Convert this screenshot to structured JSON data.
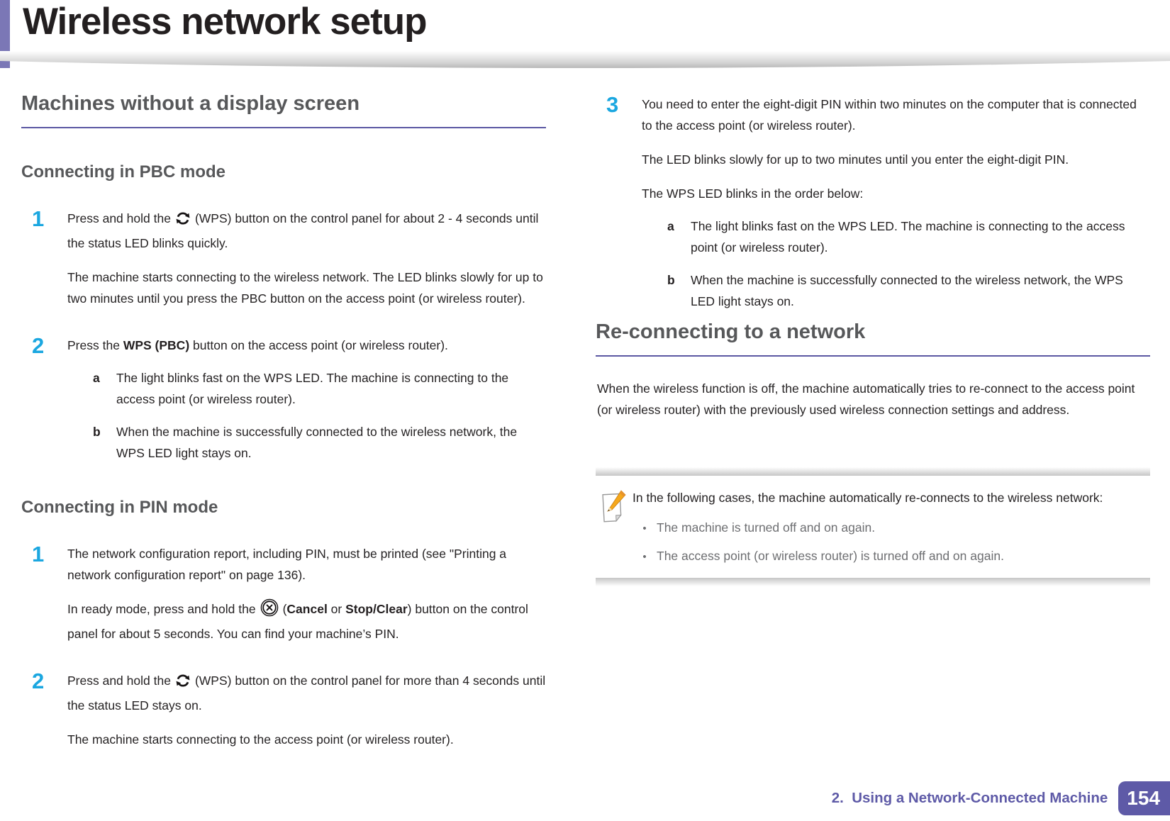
{
  "header": {
    "title": "Wireless network setup"
  },
  "colors": {
    "accent_purple": "#5B57A2",
    "corner_bar_purple": "#7B77B6",
    "step_number_cyan": "#1BA7E0",
    "heading_gray": "#57585A",
    "body_text": "#262324",
    "note_bullet_gray": "#6D6E71"
  },
  "sections": {
    "machines": {
      "title": "Machines without a display screen",
      "pbc": {
        "title": "Connecting in PBC mode",
        "step1": {
          "num": "1",
          "pre": "Press and hold the",
          "icon": "wps-icon",
          "post": "(WPS) button on the control panel for about 2 - 4 seconds until the status LED blinks quickly.",
          "para": "The machine starts connecting to the wireless network. The LED blinks slowly for up to two minutes until you press the PBC button on the access point (or wireless router)."
        },
        "step2": {
          "num": "2",
          "pre": "Press the",
          "bold": "WPS (PBC)",
          "post": "button on the access point (or wireless router).",
          "a_marker": "a",
          "a": "The light blinks fast on the WPS LED. The machine is connecting to the access point (or wireless router).",
          "b_marker": "b",
          "b": "When the machine is successfully connected to the wireless network, the WPS LED light stays on."
        }
      },
      "pin": {
        "title": "Connecting in PIN mode",
        "step1": {
          "num": "1",
          "text": "The network configuration report, including PIN, must be printed (see \"Printing a network configuration report\" on page 136).",
          "para_pre": "In ready mode, press and hold the",
          "icon": "cancel-icon",
          "paren_open": "(",
          "bold1": "Cancel",
          "mid": " or ",
          "bold2": "Stop/Clear",
          "para_post": ") button on the control panel for about 5 seconds. You can find your machine’s PIN."
        },
        "step2": {
          "num": "2",
          "pre": "Press and hold the",
          "icon": "wps-icon",
          "post": "(WPS) button on the control panel for more than 4 seconds until the status LED stays on.",
          "para": "The machine starts connecting to the access point (or wireless router)."
        }
      }
    },
    "step3": {
      "num": "3",
      "text": "You need to enter the eight-digit PIN within two minutes on the computer that is connected to the access point (or wireless router).",
      "para1": "The LED blinks slowly for up to two minutes until you enter the eight-digit PIN.",
      "para2": "The WPS LED blinks in the order below:",
      "a_marker": "a",
      "a": "The light blinks fast on the WPS LED. The machine is connecting to the access point (or wireless router).",
      "b_marker": "b",
      "b": "When the machine is successfully connected to the wireless network, the WPS LED light stays on."
    },
    "reconnect": {
      "title": "Re-connecting to a network",
      "body": "When the wireless function is off, the machine automatically tries to re-connect to the access point (or wireless router) with the previously used wireless connection settings and address.",
      "note": {
        "intro_line1": "In the following cases, the machine automatically re-connects to the",
        "intro_line2": "wireless network:",
        "bullets": [
          "The machine is turned off and on again.",
          "The access point (or wireless router) is turned off and on again."
        ]
      }
    }
  },
  "footer": {
    "chapter": "2.  Using a Network-Connected Machine",
    "page_number": "154"
  }
}
